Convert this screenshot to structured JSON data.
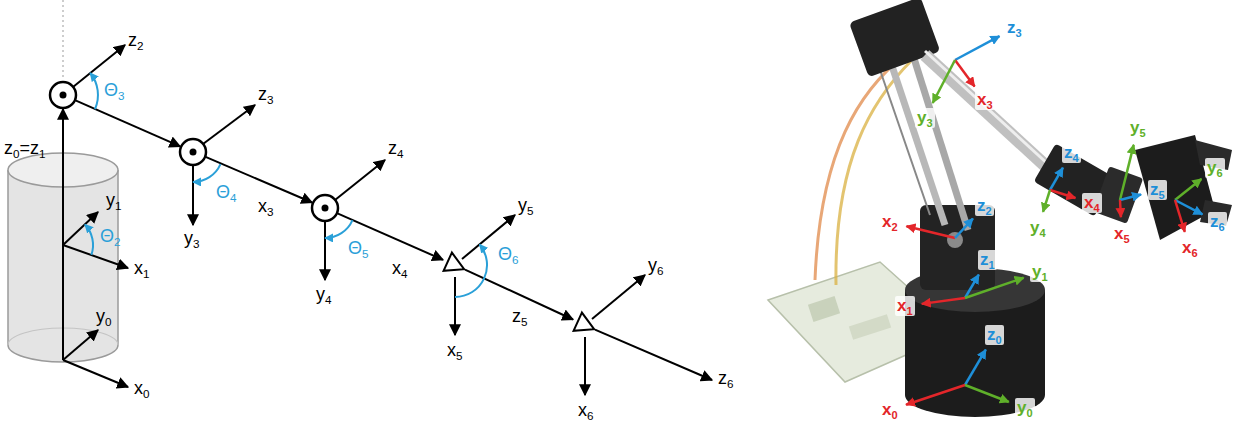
{
  "diagram": {
    "labels": [
      "z0=z1",
      "z2",
      "Θ3",
      "y1",
      "Θ2",
      "x1",
      "y0",
      "x0",
      "z3",
      "Θ4",
      "y3",
      "x3",
      "z4",
      "Θ5",
      "y4",
      "x4",
      "y5",
      "Θ6",
      "x5",
      "z5",
      "y6",
      "z6",
      "x6",
      "z3",
      "x3",
      "y3",
      "z4",
      "y5",
      "y6",
      "z5",
      "z6",
      "x4",
      "y4",
      "x5",
      "x6",
      "x2",
      "z2",
      "z1",
      "y1",
      "x1",
      "z0",
      "x0",
      "y0"
    ]
  }
}
